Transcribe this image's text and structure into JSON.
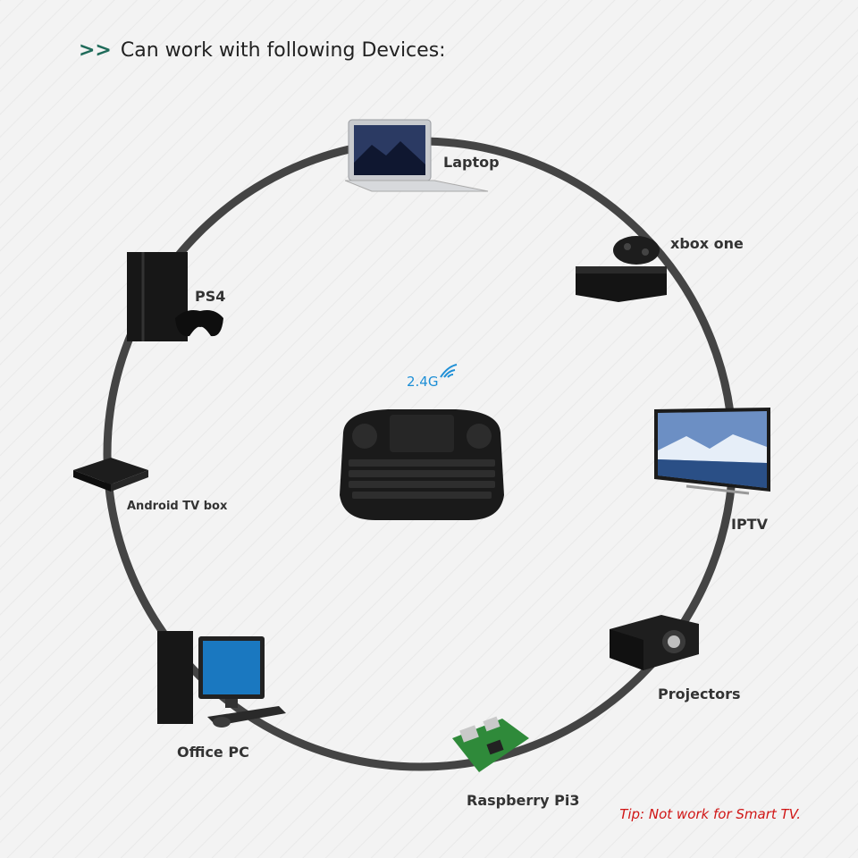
{
  "heading": {
    "arrows": ">>",
    "text": "Can work with following Devices:"
  },
  "center": {
    "badge": "2.4G"
  },
  "devices": {
    "laptop": "Laptop",
    "xbox": "xbox one",
    "ps4": "PS4",
    "android": "Android TV box",
    "iptv": "IPTV",
    "projectors": "Projectors",
    "office": "Office PC",
    "raspberry": "Raspberry Pi3"
  },
  "tip": "Tip: Not work for Smart TV.",
  "colors": {
    "ring": "#444444",
    "heading_arrows": "#1f6b5a",
    "badge": "#1e8fd6",
    "tip": "#d01515"
  }
}
